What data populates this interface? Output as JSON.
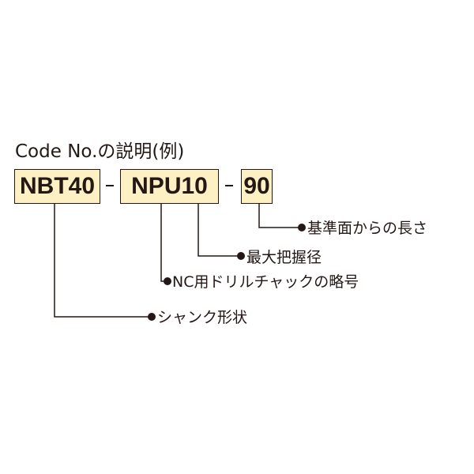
{
  "title": "Code  No.の説明(例)",
  "code_parts": [
    {
      "text": "NBT40"
    },
    {
      "text": "NPU10"
    },
    {
      "text": "90"
    }
  ],
  "separator": "-",
  "labels": [
    "基準面からの長さ",
    "最大把握径",
    "NC用ドリルチャックの略号",
    "シャンク形状"
  ],
  "colors": {
    "box_fill": "#fdf0c3",
    "line": "#231815",
    "text": "#231815"
  }
}
